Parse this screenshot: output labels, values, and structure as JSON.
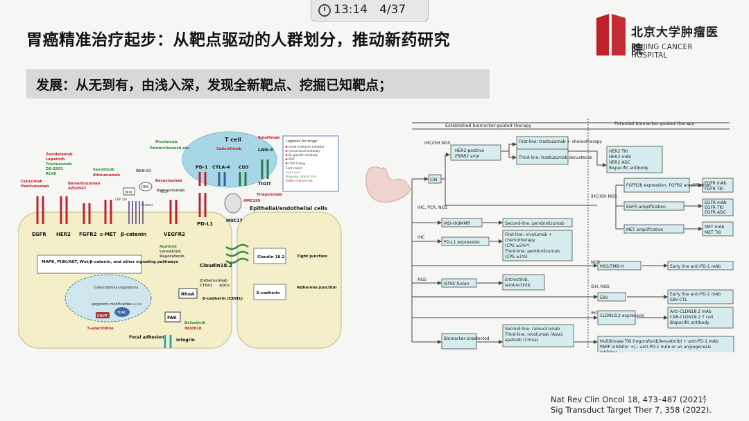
{
  "status_bar": {
    "time": "13:14",
    "page": "4/37"
  },
  "title": "胃癌精准治疗起步：从靶点驱动的人群划分，推动新药研究",
  "highlight": "发展：从无到有，由浅入深，发现全新靶点、挖掘已知靶点；",
  "logo": {
    "cn": "北京大学肿瘤医院",
    "en": "BEIJING CANCER HOSPITAL",
    "color": "#c0202a"
  },
  "references": [
    "Nat Rev Clin Oncol 18, 473–487 (2021)",
    "Sig Transduct Target Ther 7, 358 (2022)."
  ],
  "page_number": "4",
  "left_figure": {
    "receptors": [
      "EGFR",
      "HER2",
      "FGFR2",
      "c-MET",
      "β-catenin",
      "VEGFR2",
      "PD-L1",
      "MUC17"
    ],
    "tcell": {
      "title": "T cell",
      "proteins": [
        "PD-1",
        "CTLA-4",
        "CD3",
        "LAG-3",
        "TIGIT"
      ]
    },
    "drugs": {
      "egfr": [
        "Cetuximab",
        "Panitumumab"
      ],
      "her2": [
        "Zanidatamab",
        "Lapatinib",
        "Trastuzumab",
        "DS-8201",
        "RC48"
      ],
      "fgfr2": [
        "Bemarituzumab",
        "AZD4547"
      ],
      "cmet": [
        "Savolitinib",
        "Rilotumumab"
      ],
      "wnt": [
        "DKN-01"
      ],
      "vegf": [
        "Bevacizumab",
        "Ramucirumab"
      ],
      "pd1": [
        "Nivolumab,",
        "Pembrolizumab,etc."
      ],
      "ctla4": [
        "Cadonilimab"
      ],
      "lag3": [
        "Relatlimab"
      ],
      "tigit": [
        "Tiragolumab"
      ],
      "muc17": [
        "AMG199"
      ],
      "vegfr2": [
        "Apatinib",
        "Lenvatinib",
        "Regorafenib"
      ],
      "claudin": [
        "Zolbetuximab",
        "CT041",
        "ADCs"
      ],
      "fak": [
        "Defactinib",
        "IN10018"
      ],
      "epi": [
        "5-azacitidine"
      ]
    },
    "labels": {
      "wnt": "Wnt",
      "dkk": "DKK",
      "lrp": "LRP 5/6",
      "frizzled": "Frizzled",
      "vegf": "VEGF",
      "pathway": "MAPK, PI3K/AKT, Wnt/β-catenin, and other signaling pathways",
      "transcription": "transcriptional regulations",
      "epigenetic": "epigenetic modification",
      "dnmt": "DNMT",
      "hdac": "HDAC",
      "vorinostat": "Vorinostat",
      "claudin": "Claudin18.2",
      "claudin_box": "Claudin 18.2",
      "tight": "Tight junction",
      "ecad": "E-cadherin (CDH1)",
      "ecad_box": "E-cadherin",
      "adherens": "Adherens junction",
      "rhoa": "RhoA",
      "fak": "FAK",
      "integrin": "integrin",
      "focal": "Focal adhesion",
      "epi_cells": "Epithelial/endothelial cells"
    },
    "legend": {
      "title": "Legends for drugs",
      "items": [
        "small molecule inhibitor",
        "monoclonal antibody",
        "Bi-specific antibody",
        "ADC",
        "CAR-T drug"
      ],
      "colors_title": "Font colors",
      "colors": [
        {
          "label": "Approved",
          "color": "#888888"
        },
        {
          "label": "Ongoing clinical trial",
          "color": "#2e8b3a"
        },
        {
          "label": "Failed clinical trial",
          "color": "#c0202a"
        }
      ]
    }
  },
  "right_figure": {
    "headers": [
      "Established biomarker-guided therapy",
      "Potential biomarker-guided therapy"
    ],
    "tests": [
      "IHC/ISH NGS",
      "IHC, PCR, NGS",
      "IHC",
      "NGS",
      "NGS",
      "ISH, NGS",
      "IHC",
      "IHC/ISH NGS"
    ],
    "subtypes": {
      "cin": "CIN",
      "her2": "HER2-positive",
      "erbb2": "ERBB2 amp",
      "msi": "MSI-H/dMMR",
      "pdl1": "PD-L1 expression",
      "mss": "MSS/TMB-H",
      "ntrk": "NTRK fusion",
      "ebv": "EBV",
      "cldn": "CLDN18.2 expression",
      "unsel": "Biomarker-unselected",
      "fgfr": "FGFR2b expression, FGFR2 amplification",
      "egfr": "EGFR amplification",
      "met": "MET amplification"
    },
    "therapies": {
      "her2_first": "First-line: trastuzumab + chemotherapy",
      "her2_third": "Third-line: trastuzumab deruxtecan",
      "her2_pot": [
        "HER2 TKI",
        "HER2 mAb",
        "HER2 ADC",
        "Bispecific antibody"
      ],
      "fgfr_pot": [
        "FGFR mAb",
        "FGFR TKI"
      ],
      "egfr_pot": [
        "EGFR mAb",
        "EGFR TKI",
        "EGFR ADC"
      ],
      "met_pot": [
        "MET mAb",
        "MET TKI"
      ],
      "msi": "Second-line: pembrolizumab",
      "pdl1": [
        "First-line: nivolumab +",
        "chemotherapy",
        "(CPS ≥5%*)",
        "Third-line: pembrolizumab",
        "(CPS ≥1%)"
      ],
      "mss": "Early line anti-PD-1 mAb",
      "ntrk": [
        "Entrectinib,",
        "larotrectinib"
      ],
      "ebv": [
        "Early line anti-PD-1 mAb",
        "EBV-CTL"
      ],
      "cldn": [
        "Anti-CLDN18.2 mAb",
        "CAR-CLDN18.2 T cell",
        "Bispecific antibody"
      ],
      "unsel": [
        "Second-line: ramucirumab",
        "Third-line: nivolumab (Asia),",
        "apatinib (China)"
      ],
      "multi": [
        "Multikinase TKI (regorafenib/lenvatinib) + anti-PD-1 mAb",
        "PARP inhibitor +/− anti-PD-1 mAb or an angiogenesis",
        "inhibitor"
      ]
    },
    "colors": {
      "box_fill": "#d7ecef",
      "box_stroke": "#4a4a4a"
    }
  }
}
